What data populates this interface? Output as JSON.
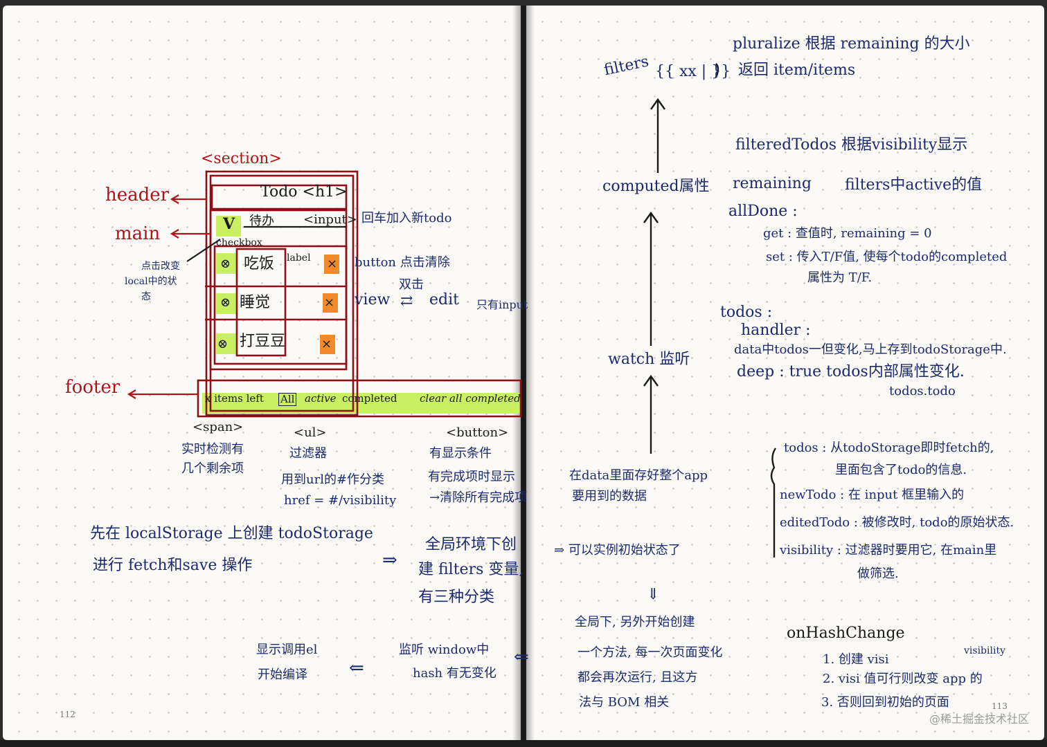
{
  "left": {
    "section_tag": "<section>",
    "header_label": "header",
    "main_label": "main",
    "footer_label": "footer",
    "todo_h1": "Todo <h1>",
    "input_placeholder": "待办",
    "input_tag": "<input>",
    "input_note": "回车加入新todo",
    "checkbox_label": "checkbox",
    "checkbox_note": [
      "点击改变",
      "local中的状",
      "态"
    ],
    "label_tag": "label",
    "items": [
      "吃饭",
      "睡觉",
      "打豆豆"
    ],
    "button_note": "button 点击清除",
    "view": "view",
    "dblclick": "双击",
    "edit": "edit",
    "edit_note": "只有input",
    "footer_items_left": "x items left",
    "footer_all": "All",
    "footer_active": "active",
    "footer_completed": "completed",
    "footer_clear": "clear all completed",
    "span_tag": "<span>",
    "span_note": [
      "实时检测有",
      "几个剩余项"
    ],
    "ul_tag": "<ul>",
    "ul_note": [
      "过滤器",
      "用到url的#作分类",
      "href = #/visibility"
    ],
    "button_tag": "<button>",
    "button_cond": [
      "有显示条件",
      "有完成项时显示",
      "→清除所有完成项"
    ],
    "storage_line1": "先在 localStorage 上创建 todoStorage",
    "storage_line2": "进行 fetch和save 操作",
    "arrow_right": "⇒",
    "global_note": [
      "全局环境下创",
      "建 filters 变量,",
      "有三种分类"
    ],
    "hash_note": [
      "监听 window中",
      "hash 有无变化"
    ],
    "arrow_left_double": "⇐",
    "arrow_left": "⇐",
    "compile_note": [
      "显示调用el",
      "开始编译"
    ],
    "page_number": "112"
  },
  "right": {
    "filters_label": "filters",
    "filters_expr": "{{ xx | }}",
    "pluralize_note": "pluralize 根据 remaining 的大小",
    "pluralize_note2": "返回 item/items",
    "computed_label": "computed属性",
    "filtered_todos": "filteredTodos 根据visibility显示",
    "remaining": "remaining",
    "remaining_note": "filters中active的值",
    "alldone": "allDone :",
    "get_note": "get : 查值时, remaining = 0",
    "set_note": "set : 传入T/F值, 使每个todo的completed",
    "set_note2": "属性为 T/F.",
    "watch_label": "watch 监听",
    "todos_label": "todos :",
    "handler": "handler :",
    "handler_note": "data中todos一但变化,马上存到todoStorage中.",
    "deep_note": "deep : true  todos内部属性变化.",
    "deep_note2": "todos.todo",
    "data_note": [
      "在data里面存好整个app",
      "要用到的数据"
    ],
    "data_list": [
      "todos : 从todoStorage即时fetch的,",
      "里面包含了todo的信息.",
      "newTodo : 在 input 框里输入的",
      "editedTodo : 被修改时, todo的原始状态.",
      "visibility : 过滤器时要用它, 在main里",
      "做筛选."
    ],
    "init_note": "⇒ 可以实例初始状态了",
    "down_arrow": "⇓",
    "global_create": "全局下, 另外开始创建",
    "method_note": [
      "一个方法, 每一次页面变化",
      "都会再次运行, 且这方",
      "法与 BOM 相关"
    ],
    "onhash_title": "onHashChange",
    "onhash_items": [
      "1. 创建 visi",
      "2. visi 值可行则改变 app 的",
      "3. 否则回到初始的页面"
    ],
    "visibility_small": "visibility",
    "page_number": "113",
    "watermark": "@稀土掘金技术社区"
  }
}
